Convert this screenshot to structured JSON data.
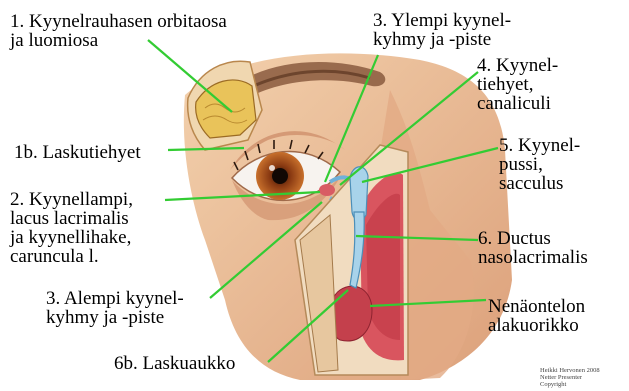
{
  "labels": {
    "orbital_part": "1. Kyynelrauhasen orbitaosa\nja luomiosa",
    "excretory_ducts": "1b. Laskutiehyet",
    "lacrimal_lake": "2. Kyynellampi,\nlacus lacrimalis\nja kyynellihake,\ncaruncula l.",
    "lower_punctum": "3. Alempi kyynel-\nkyhmy ja -piste",
    "upper_punctum": "3. Ylempi kyynel-\nkyhmy ja -piste",
    "canaliculi": "4. Kyynel-\ntiehyet,\ncanaliculi",
    "sac": "5. Kyynel-\npussi,\nsacculus",
    "nasolacrimal_duct": "6. Ductus\nnasolacrimalis",
    "inferior_meatus": "Nenäontelon\nalakuorikko",
    "opening": "6b. Laskuaukko"
  },
  "credit": "Heikki Hervonen 2008\nNetter Presenter\nCopyright",
  "colors": {
    "leader_line": "#33cc33",
    "skin": "#e9b98f",
    "gland": "#e9c35a",
    "nasal_mucosa": "#d9555f",
    "duct": "#a8d3ea"
  }
}
